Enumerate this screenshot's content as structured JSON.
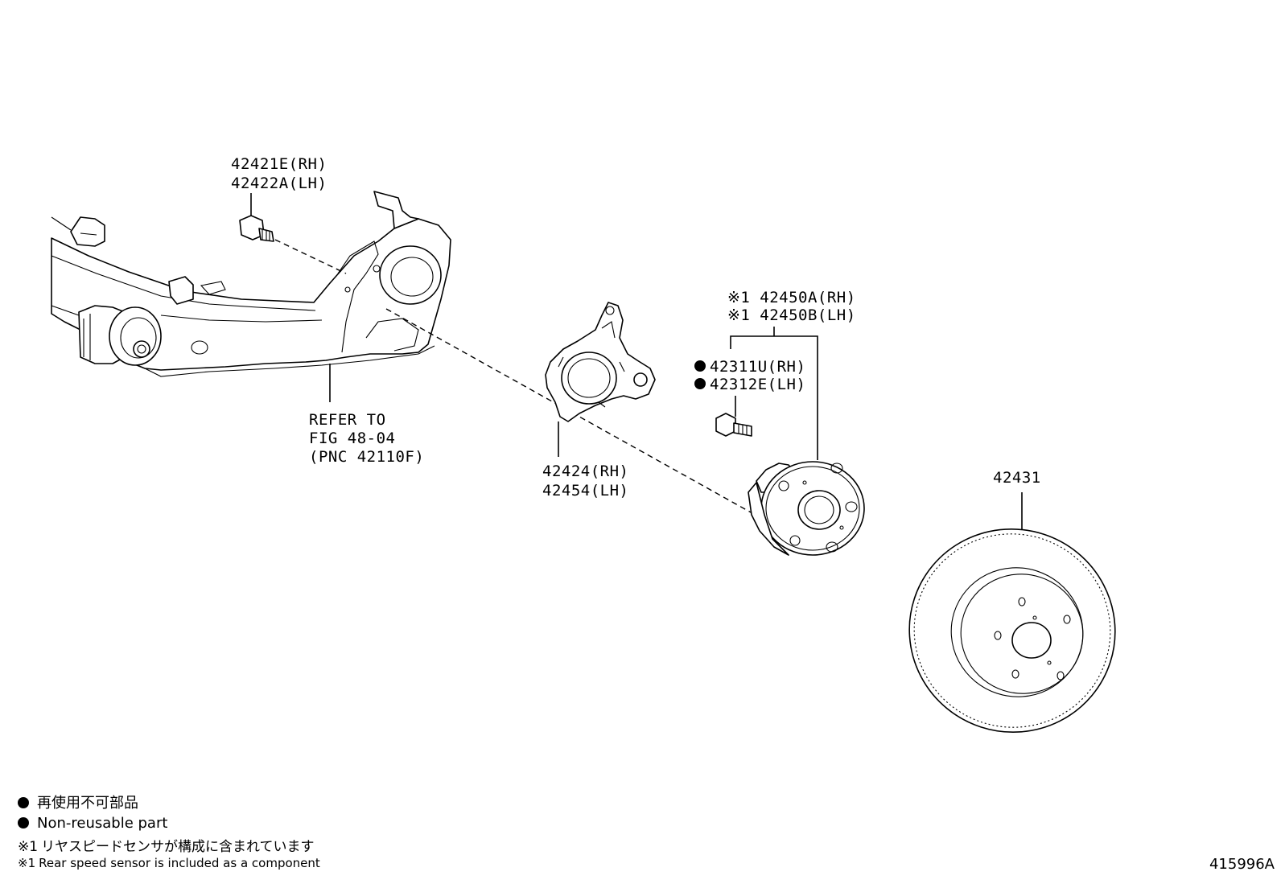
{
  "labels": {
    "bolt_rh": "42421E(RH)",
    "bolt_lh": "42422A(LH)",
    "refer_1": "REFER TO",
    "refer_2": "FIG 48-04",
    "refer_3": "(PNC 42110F)",
    "carrier_rh": "42424(RH)",
    "carrier_lh": "42454(LH)",
    "hub_rh": "※1 42450A(RH)",
    "hub_lh": "※1 42450B(LH)",
    "hub_bolt_rh": "42311U(RH)",
    "hub_bolt_lh": "42312E(LH)",
    "disc": "42431"
  },
  "legend": {
    "nonreusable_jp": "再使用不可部品",
    "nonreusable_en": "Non-reusable part",
    "note1_mark": "※1",
    "note1_jp": "リヤスピードセンサが構成に含まれています",
    "note1_en": "Rear speed sensor is included as a component"
  },
  "drawing_id": "415996A",
  "icons": {
    "nonreusable": "filled-circle-icon",
    "note": "reference-mark"
  }
}
